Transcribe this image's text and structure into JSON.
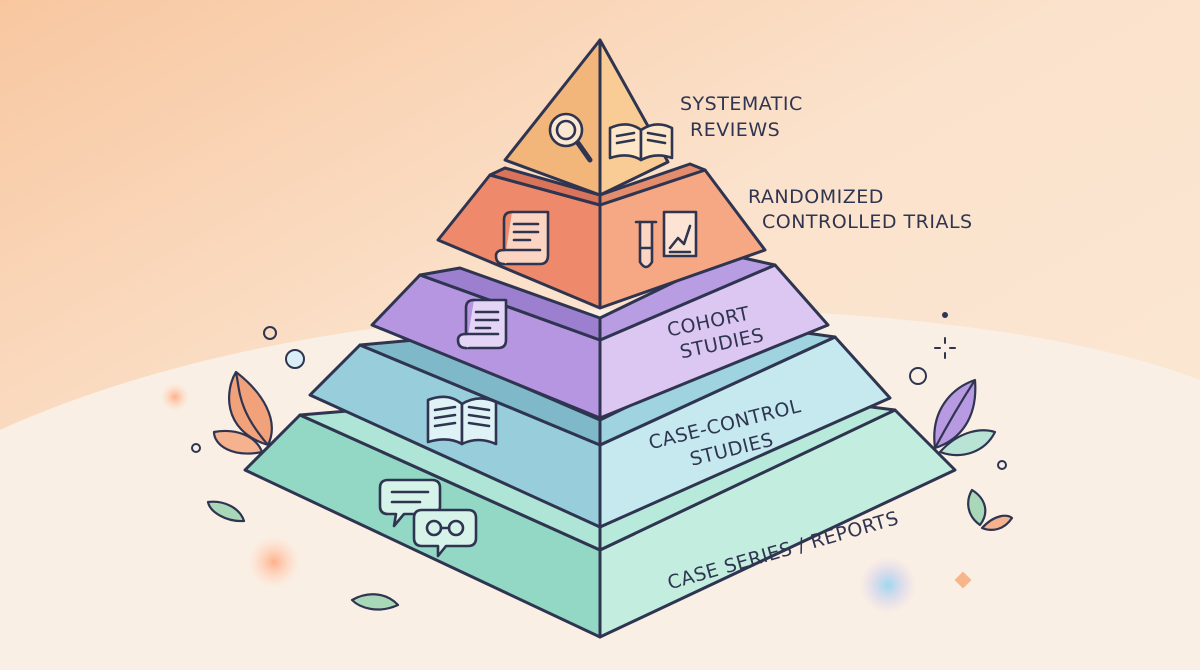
{
  "diagram": {
    "type": "pyramid",
    "levels": [
      {
        "id": "systematic-reviews",
        "lines": [
          "SYSTEMATIC",
          "REVIEWS"
        ],
        "icons": [
          "magnifier-icon",
          "open-book-icon"
        ],
        "colors": {
          "left": "#f2b57a",
          "right": "#f8cc94"
        }
      },
      {
        "id": "randomized-controlled-trials",
        "lines": [
          "RANDOMIZED",
          "CONTROLLED TRIALS"
        ],
        "icons": [
          "scroll-icon",
          "test-tube-chart-icon"
        ],
        "colors": {
          "left": "#ee8a6b",
          "right": "#f6a884"
        }
      },
      {
        "id": "cohort-studies",
        "lines": [
          "COHORT",
          "STUDIES"
        ],
        "icons": [
          "scroll-icon"
        ],
        "colors": {
          "left": "#b696e0",
          "right": "#dbc7f2"
        }
      },
      {
        "id": "case-control-studies",
        "lines": [
          "CASE-CONTROL",
          "STUDIES"
        ],
        "icons": [
          "open-book-icon"
        ],
        "colors": {
          "left": "#98cedc",
          "right": "#c5e9ee"
        }
      },
      {
        "id": "case-series-reports",
        "lines": [
          "CASE SERIES / REPORTS"
        ],
        "icons": [
          "speech-bubble-icon",
          "glasses-icon"
        ],
        "colors": {
          "left": "#92d8c4",
          "right": "#c3eedf"
        }
      }
    ]
  },
  "colors": {
    "outline": "#2f3550",
    "background": "#fbe6d3",
    "ground": "#faeee2"
  }
}
